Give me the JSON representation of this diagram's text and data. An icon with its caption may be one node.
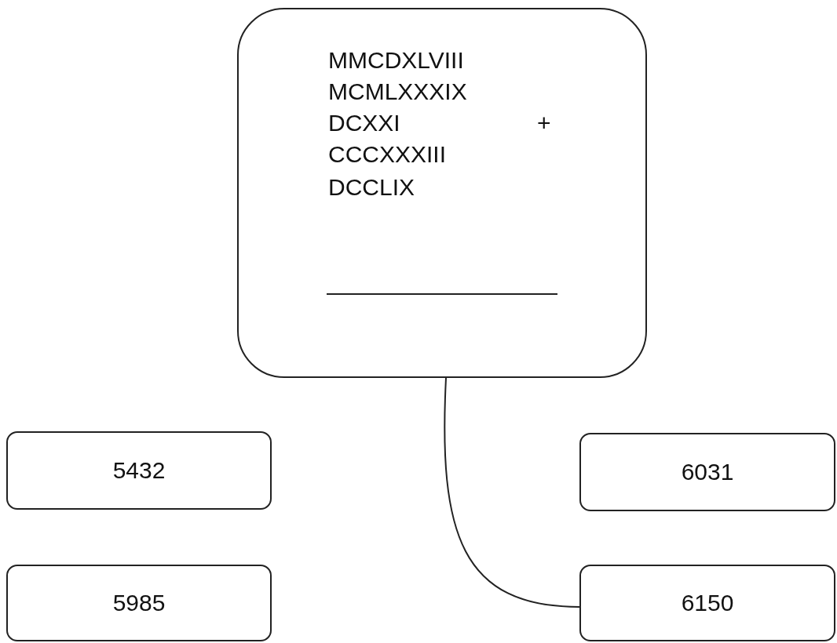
{
  "diagram": {
    "nodes": [
      {
        "text": [
          "MMCDXLVIII",
          "MCMLXXXIX",
          "DCXXI",
          "CCCXXXIII",
          "DCCLIX",
          "+"
        ]
      },
      {
        "text": [
          "5432"
        ]
      },
      {
        "text": [
          "6031"
        ]
      },
      {
        "text": [
          "5985"
        ]
      },
      {
        "text": [
          "6150"
        ]
      }
    ],
    "edges": [
      {
        "from": 0,
        "to": 4,
        "arrow": "none"
      }
    ]
  }
}
